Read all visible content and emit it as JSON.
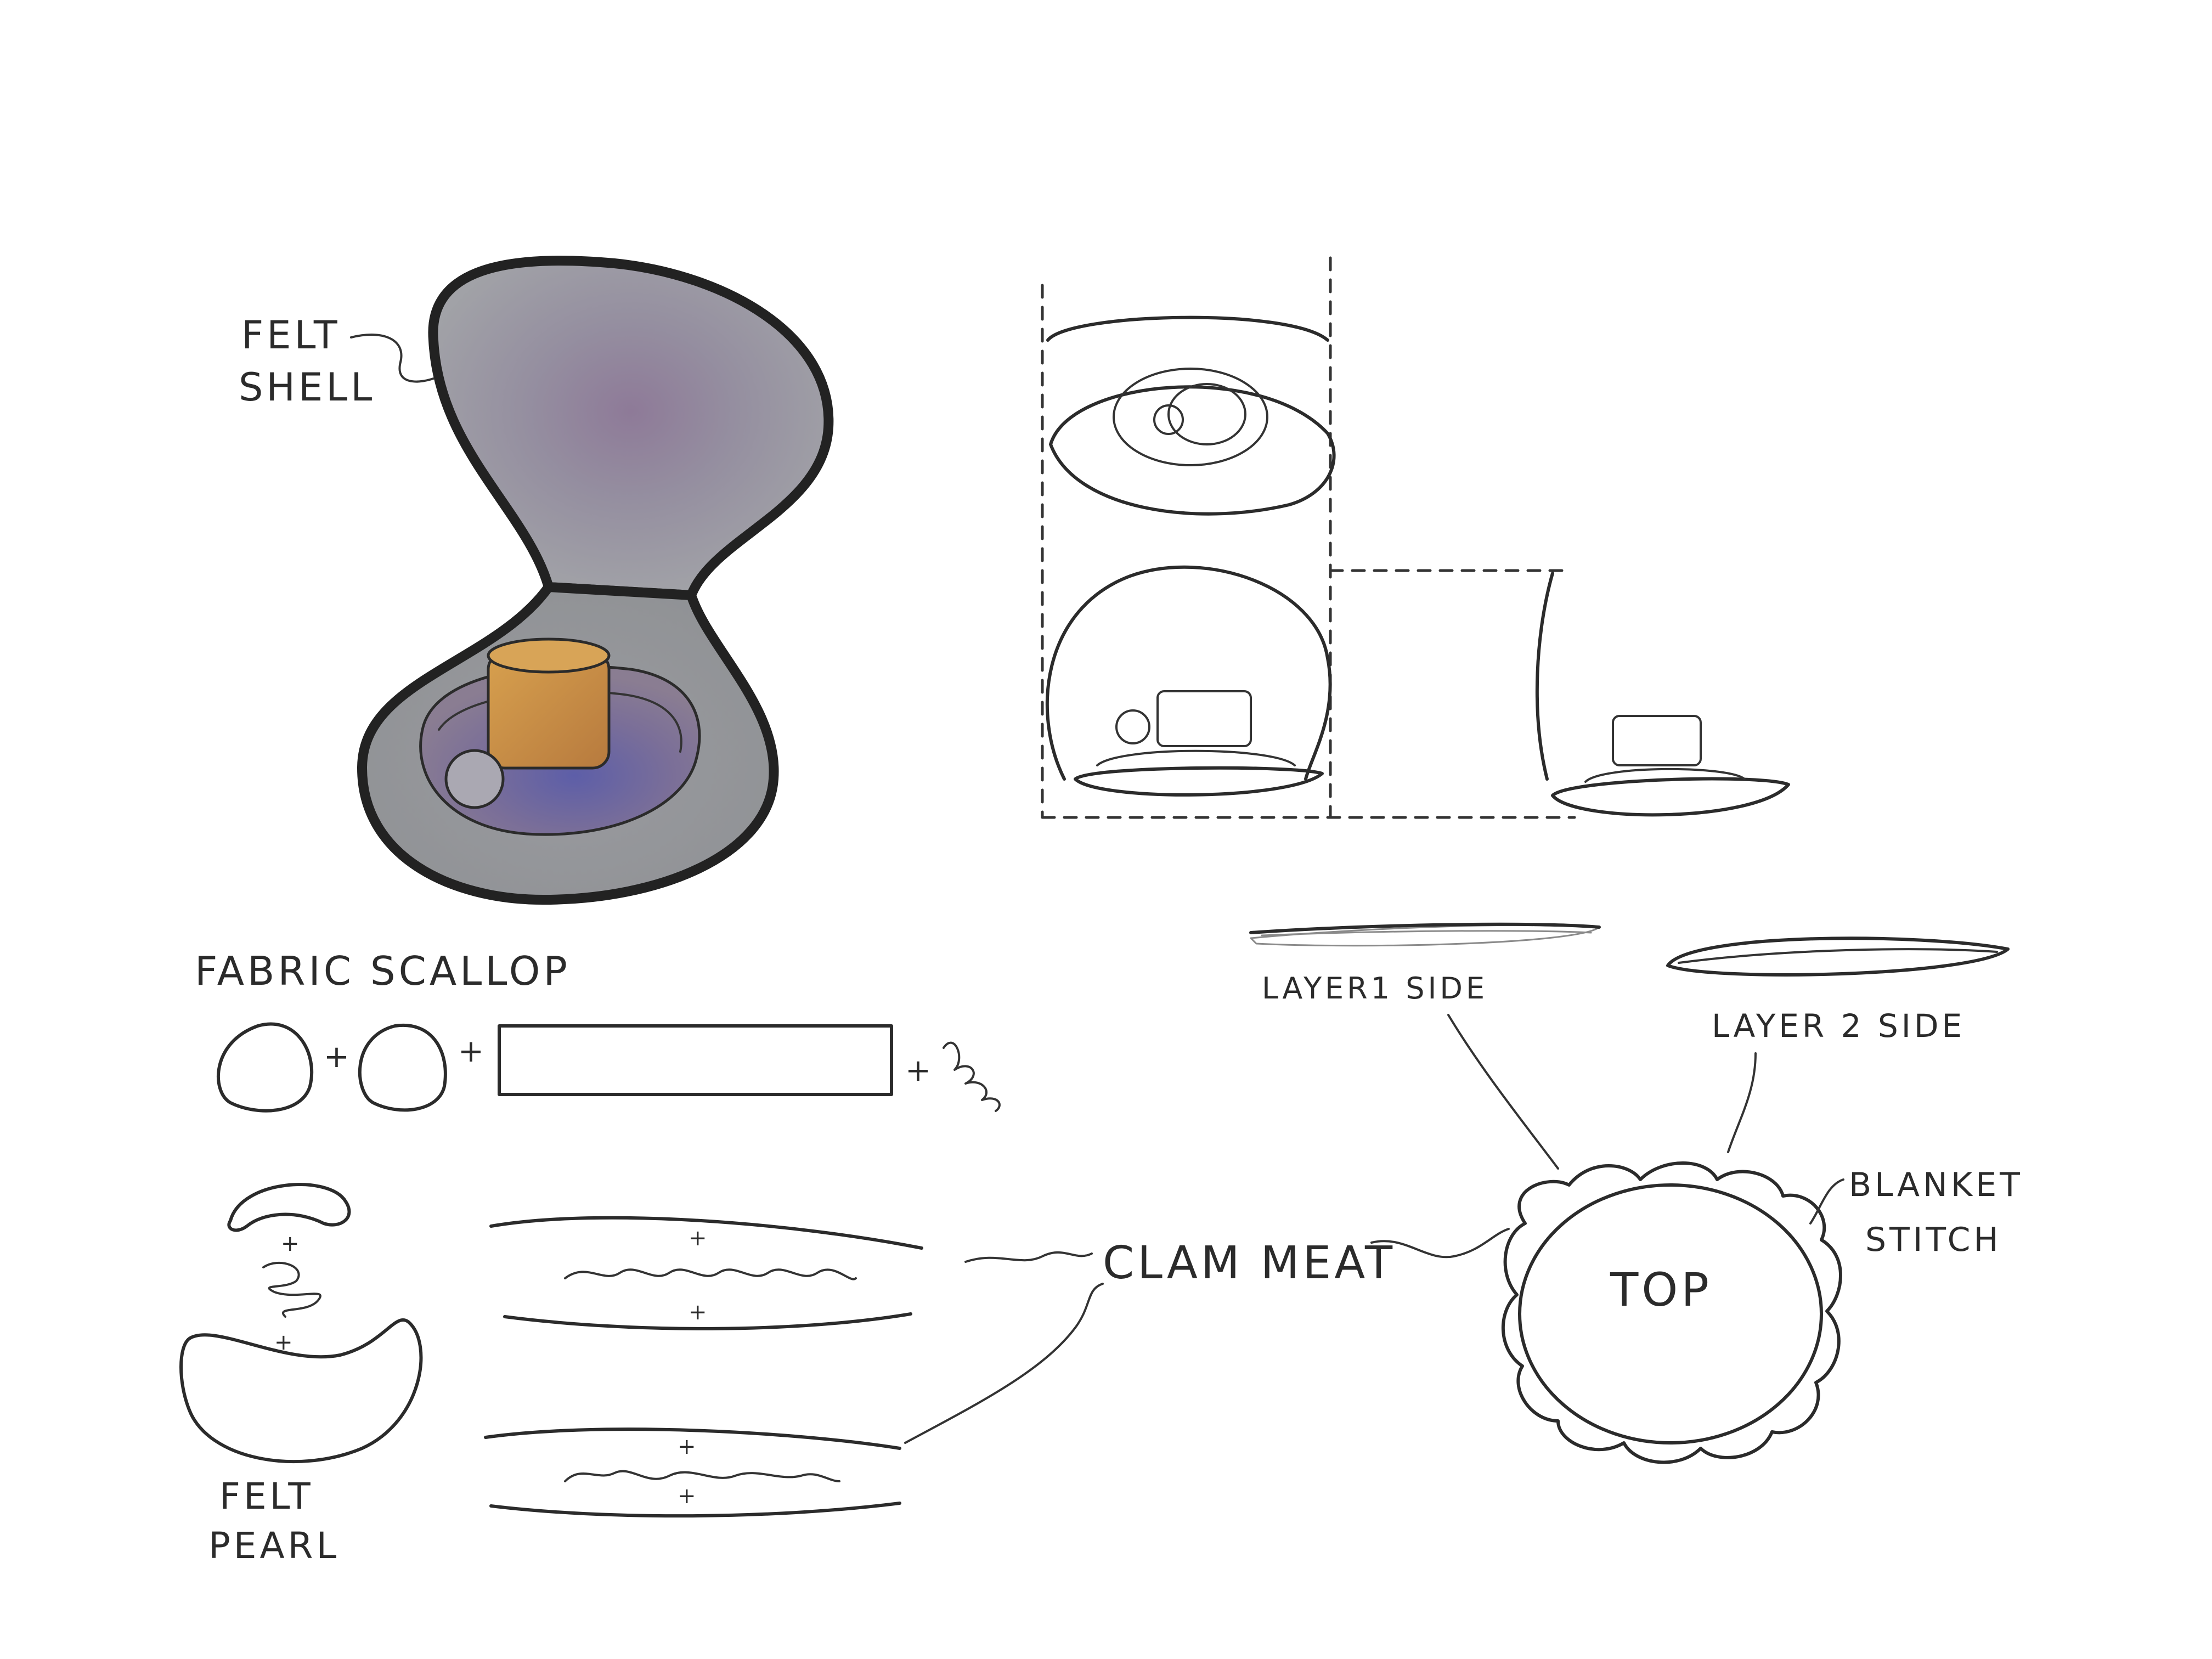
{
  "labels": {
    "felt_shell_line1": "FELT",
    "felt_shell_line2": "SHELL",
    "fabric_scallop": "FABRIC SCALLOP",
    "felt_pearl_line1": "FELT",
    "felt_pearl_line2": "PEARL",
    "clam_meat": "CLAM MEAT",
    "layer1_side": "LAYER1 SIDE",
    "layer2_side": "LAYER 2 SIDE",
    "top": "TOP",
    "blanket_stitch_line1": "BLANKET",
    "blanket_stitch_line2": "STITCH",
    "plus": "+"
  },
  "colors": {
    "ink": "#2b2b2b",
    "shell_gray": "#9a9c9f",
    "shell_purple": "#8f7b99",
    "meat_purple": "#7e6f9a",
    "meat_blue": "#5b5fa6",
    "scallop_orange": "#c98d45",
    "pearl_gray": "#a9a7b0"
  }
}
